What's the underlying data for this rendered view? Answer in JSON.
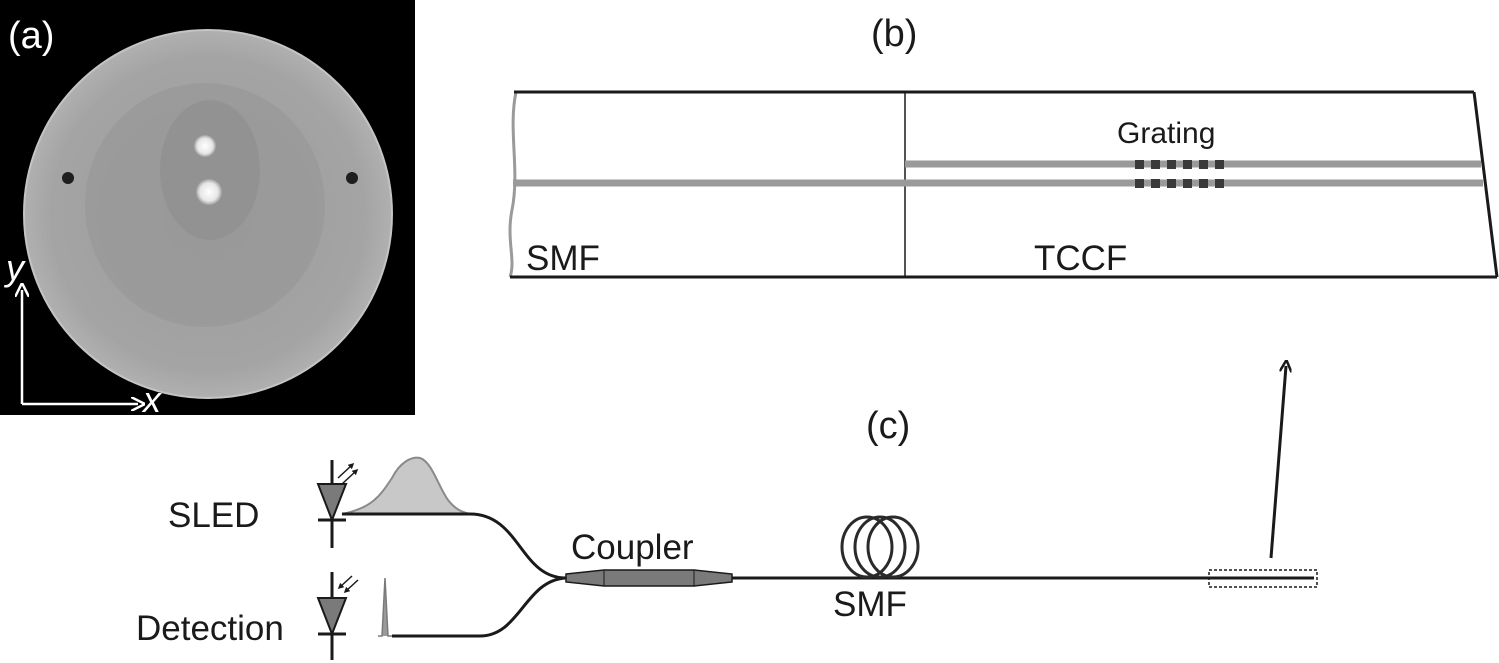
{
  "panel_a": {
    "label": "(a)",
    "axis_x": "x",
    "axis_y": "y"
  },
  "panel_b": {
    "label": "(b)",
    "grating_label": "Grating",
    "smf_label": "SMF",
    "tccf_label": "TCCF"
  },
  "panel_c": {
    "label": "(c)",
    "sled_label": "SLED",
    "detection_label": "Detection",
    "coupler_label": "Coupler",
    "smf_label": "SMF"
  },
  "colors": {
    "core_gray": "#9a9a9a",
    "fiber_dark": "#2a2a2a",
    "coupler_fill": "#7a7a7a",
    "grating_mark": "#3a3a3a",
    "spectrum_fill": "#c8c8c8"
  }
}
